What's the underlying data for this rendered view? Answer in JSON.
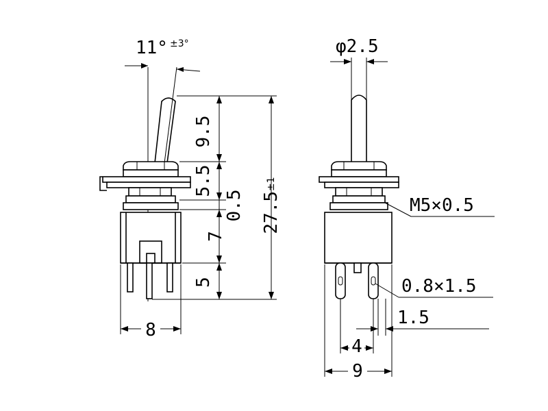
{
  "drawing": {
    "side_view": {
      "angle_label": "11°",
      "angle_tolerance": "±3°",
      "lever_length": "9.5",
      "nut_height": "5.5",
      "washer_gap": "0.5",
      "body_height": "7",
      "terminal_length": "5",
      "overall_height": "27.5",
      "overall_tolerance": "±1",
      "body_width": "8"
    },
    "front_view": {
      "lever_diameter": "φ2.5",
      "thread_callout": "M5×0.5",
      "terminal_section": "0.8×1.5",
      "terminal_offset": "1.5",
      "terminal_pitch": "4",
      "body_width": "9"
    }
  }
}
